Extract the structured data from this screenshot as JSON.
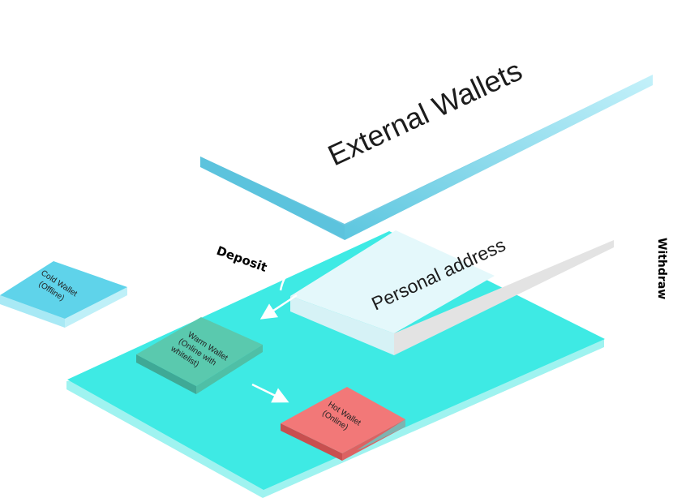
{
  "title": "External Wallets",
  "personal_label": "Personal address",
  "deposit_label": "Deposit",
  "withdraw_label": "Withdraw",
  "wallets": {
    "cold": [
      "Cold Wallet",
      "(Offline)"
    ],
    "warm": [
      "Warm Wallet",
      "(Online with",
      "whitelist)"
    ],
    "hot": [
      "Hot Wallet",
      "(Online)"
    ]
  },
  "colors": {
    "platform": "#3eeae4",
    "external_bar": "#7fd8ec",
    "personal_top": "#e3f8fb",
    "personal_side": "#e6e6e6",
    "cold": "#5fd3ea",
    "warm": "#5ac9ae",
    "hot": "#f27878",
    "arrow": "#ffffff"
  }
}
